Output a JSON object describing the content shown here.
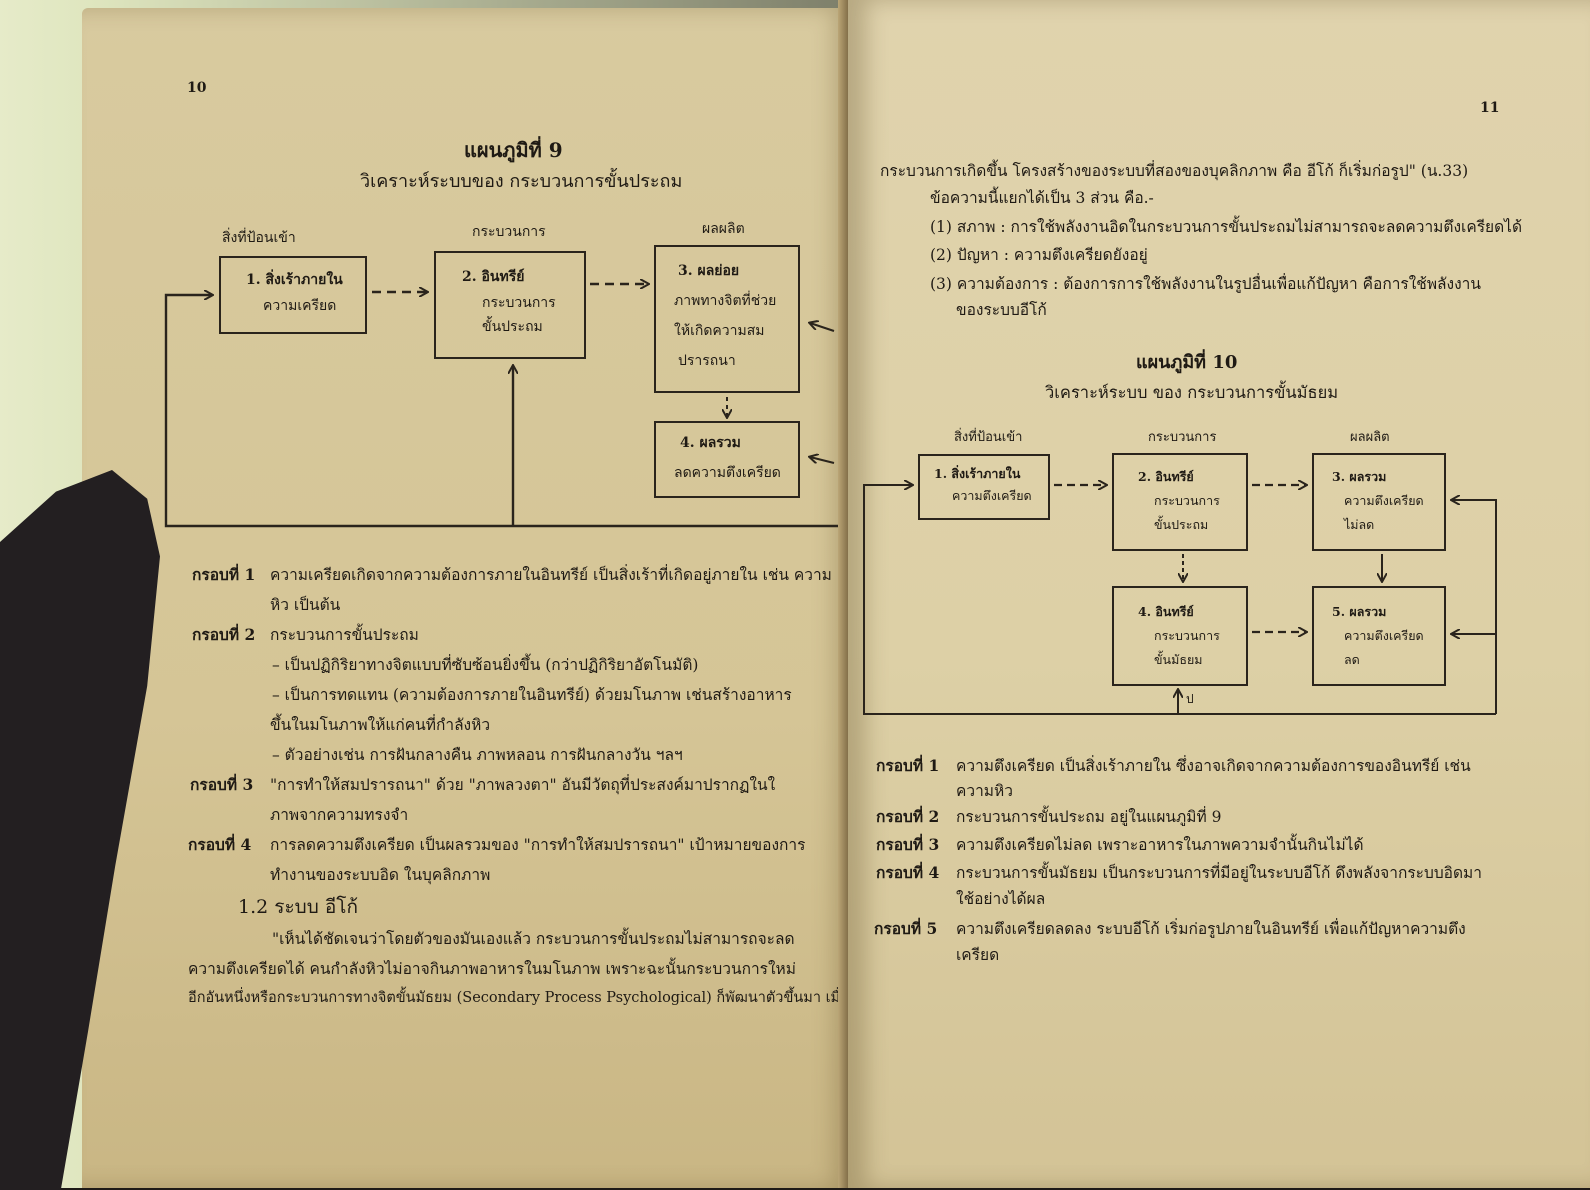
{
  "left_page": {
    "page_number": "10",
    "diagram": {
      "caption": "แผนภูมิที่ 9",
      "subtitle": "วิเคราะห์ระบบของ กระบวนการขั้นประถม",
      "headers": [
        "สิ่งที่ป้อนเข้า",
        "กระบวนการ",
        "ผลผลิต"
      ],
      "box1": [
        "1. สิ่งเร้าภายใน",
        "ความเครียด"
      ],
      "box2": [
        "2. อินทรีย์",
        "กระบวนการ",
        "ขั้นประถม"
      ],
      "box3": [
        "3. ผลย่อย",
        "ภาพทางจิตที่ช่วย",
        "ให้เกิดความสม",
        "ปรารถนา"
      ],
      "box4": [
        "4. ผลรวม",
        "ลดความตึงเครียด"
      ]
    },
    "notes": [
      {
        "label": "กรอบที่ 1",
        "lines": [
          "ความเครียดเกิดจากความต้องการภายในอินทรีย์  เป็นสิ่งเร้าที่เกิดอยู่ภายใน  เช่น  ความ",
          "หิว  เป็นต้น"
        ]
      },
      {
        "label": "กรอบที่ 2",
        "lines": [
          "กระบวนการขั้นประถม",
          "– เป็นปฏิกิริยาทางจิตแบบที่ซับซ้อนยิ่งขึ้น (กว่าปฏิกิริยาอัตโนมัติ)",
          "– เป็นการทดแทน (ความต้องการภายในอินทรีย์) ด้วยมโนภาพ  เช่นสร้างอาหาร",
          "ขึ้นในมโนภาพให้แก่คนที่กำลังหิว",
          "– ตัวอย่างเช่น การฝันกลางคืน ภาพหลอน การฝันกลางวัน ฯลฯ"
        ]
      },
      {
        "label": "กรอบที่ 3",
        "lines": [
          "\"การทำให้สมปรารถนา\" ด้วย \"ภาพลวงตา\" อันมีวัตถุที่ประสงค์มาปรากฏในใ",
          "ภาพจากความทรงจำ"
        ]
      },
      {
        "label": "กรอบที่ 4",
        "lines": [
          "การลดความตึงเครียด เป็นผลรวมของ \"การทำให้สมปรารถนา\" เป้าหมายของการ",
          "ทำงานของระบบอิด ในบุคลิกภาพ"
        ]
      }
    ],
    "section_heading": "1.2  ระบบ  อีโก้",
    "paragraph": [
      "\"เห็นได้ชัดเจนว่าโดยตัวของมันเองแล้ว    กระบวนการขั้นประถมไม่สามารถจะลด",
      "ความตึงเครียดได้  คนกำลังหิวไม่อาจกินภาพอาหารในมโนภาพ  เพราะฉะนั้นกระบวนการใหม่",
      "อีกอันหนึ่งหรือกระบวนการทางจิตขั้นมัธยม  (Secondary  Process  Psychological)  ก็พัฒนาตัวขึ้นมา  เมื่อ"
    ]
  },
  "right_page": {
    "page_number": "11",
    "intro": [
      "กระบวนการเกิดขึ้น  โครงสร้างของระบบที่สองของบุคลิกภาพ  คือ  อีโก้  ก็เริ่มก่อรูป\" (น.33)",
      "ข้อความนี้แยกได้เป็น 3 ส่วน คือ.-",
      "(1) สภาพ :  การใช้พลังงานอิดในกระบวนการขั้นประถมไม่สามารถจะลดความตึงเครียดได้",
      "(2) ปัญหา :  ความตึงเครียดยังอยู่",
      "(3) ความต้องการ :  ต้องการการใช้พลังงานในรูปอื่นเพื่อแก้ปัญหา   คือการใช้พลังงาน",
      "ของระบบอีโก้"
    ],
    "diagram": {
      "caption": "แผนภูมิที่ 10",
      "subtitle": "วิเคราะห์ระบบ  ของ  กระบวนการขั้นมัธยม",
      "headers": [
        "สิ่งที่ป้อนเข้า",
        "กระบวนการ",
        "ผลผลิต"
      ],
      "box1": [
        "1. สิ่งเร้าภายใน",
        "ความตึงเครียด"
      ],
      "box2": [
        "2. อินทรีย์",
        "กระบวนการ",
        "ขั้นประถม"
      ],
      "box3": [
        "3. ผลรวม",
        "ความตึงเครียด",
        "ไม่ลด"
      ],
      "box4": [
        "4. อินทรีย์",
        "กระบวนการ",
        "ขั้นมัธยม"
      ],
      "box5": [
        "5. ผลรวม",
        "ความตึงเครียด",
        "ลด"
      ],
      "handwritten_mark": "ป"
    },
    "notes": [
      {
        "label": "กรอบที่ 1",
        "lines": [
          "ความตึงเครียด  เป็นสิ่งเร้าภายใน   ซึ่งอาจเกิดจากความต้องการของอินทรีย์   เช่น",
          "ความหิว"
        ]
      },
      {
        "label": "กรอบที่ 2",
        "lines": [
          "กระบวนการขั้นประถม อยู่ในแผนภูมิที่ 9"
        ]
      },
      {
        "label": "กรอบที่ 3",
        "lines": [
          "ความตึงเครียดไม่ลด เพราะอาหารในภาพความจำนั้นกินไม่ได้"
        ]
      },
      {
        "label": "กรอบที่ 4",
        "lines": [
          "กระบวนการขั้นมัธยม  เป็นกระบวนการที่มีอยู่ในระบบอีโก้  ดึงพลังจากระบบอิดมา",
          "ใช้อย่างได้ผล"
        ]
      },
      {
        "label": "กรอบที่ 5",
        "lines": [
          "ความตึงเครียดลดลง  ระบบอีโก้  เริ่มก่อรูปภายในอินทรีย์  เพื่อแก้ปัญหาความตึง",
          "เครียด"
        ]
      }
    ]
  }
}
